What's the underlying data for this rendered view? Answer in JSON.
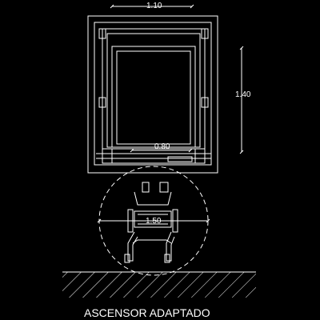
{
  "dimensions": {
    "width_label": "1.10",
    "depth_label": "1.40",
    "door_label": "0.80",
    "turning_circle_label": "1.50"
  },
  "title": "ASCENSOR ADAPTADO",
  "colors": {
    "background": "#000000",
    "lines": "#ffffff"
  }
}
